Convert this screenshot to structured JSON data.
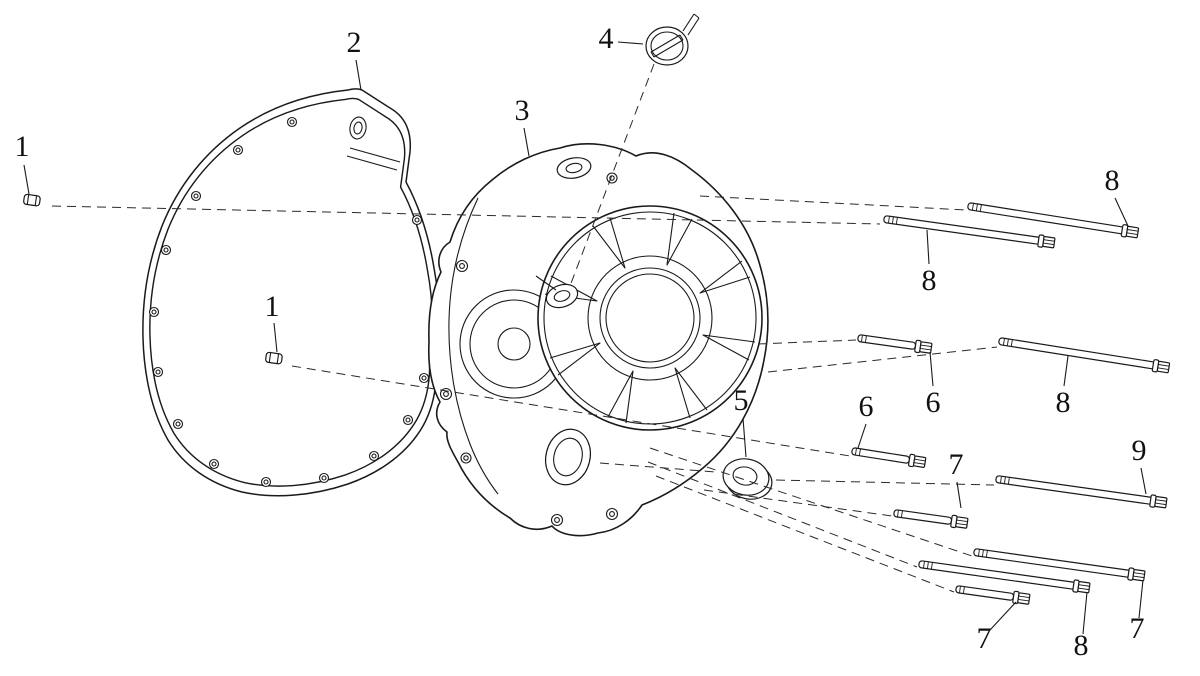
{
  "diagram": {
    "type": "exploded-parts-diagram",
    "background_color": "#ffffff",
    "line_color": "#1a1a1a",
    "callouts": {
      "c1a": "1",
      "c1b": "1",
      "c2": "2",
      "c3": "3",
      "c4": "4",
      "c5": "5",
      "c6a": "6",
      "c6b": "6",
      "c7a": "7",
      "c7b": "7",
      "c7c": "7",
      "c8a": "8",
      "c8b": "8",
      "c8c": "8",
      "c8d": "8",
      "c9": "9"
    }
  }
}
